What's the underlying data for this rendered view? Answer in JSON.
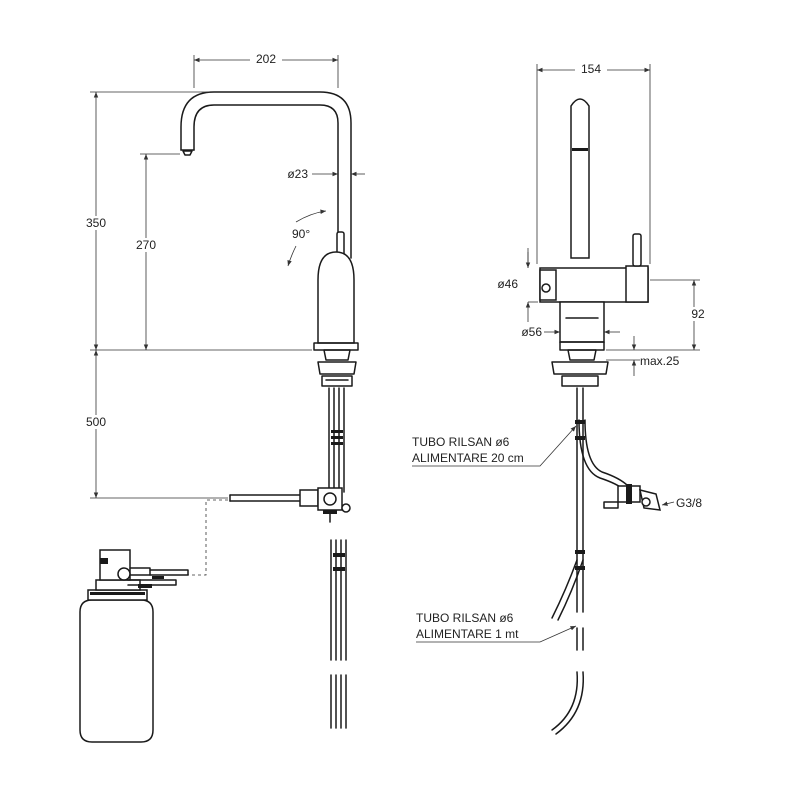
{
  "dimensions": {
    "spout_reach": "202",
    "total_height": "350",
    "outlet_height": "270",
    "under_counter": "500",
    "spout_diameter": "ø23",
    "swivel_angle": "90°",
    "side_width": "154",
    "body_diameter": "ø46",
    "base_diameter": "ø56",
    "lever_height": "92",
    "counter_max": "max.25",
    "connection_thread": "G3/8"
  },
  "notes": {
    "tube_short_line1": "TUBO RILSAN ø6",
    "tube_short_line2": "ALIMENTARE 20 cm",
    "tube_long_line1": "TUBO RILSAN ø6",
    "tube_long_line2": "ALIMENTARE 1 mt"
  }
}
